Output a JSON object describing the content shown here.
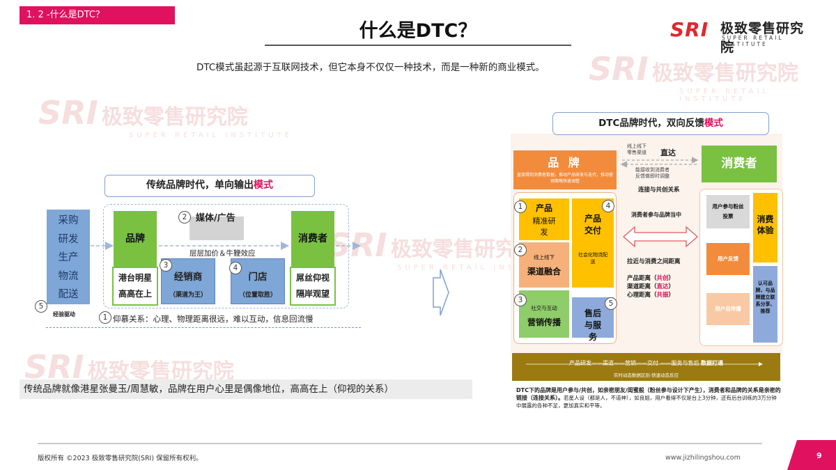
{
  "header": {
    "section_tag": "1. 2 -什么是DTC？",
    "title": "什么是DTC？",
    "logo_mark": "SRI",
    "logo_cn": "极致零售研究院",
    "logo_en": "SUPER RETAIL INSTITUTE",
    "intro": "DTC模式虽起源于互联网技术，但它本身不仅仅一种技术，而是一种新的商业模式。"
  },
  "watermark": {
    "mark": "SRI",
    "cn": "极致零售研究院",
    "en": "SUPER RETAIL INSTITUTE"
  },
  "left_diagram": {
    "banner_prefix": "传统品牌时代，单向输出",
    "banner_highlight": "模式",
    "supply_chain": [
      "采购",
      "研发",
      "生产",
      "物流",
      "配送"
    ],
    "drive_label": "经验驱动",
    "brand": {
      "label": "品牌",
      "sub": [
        "港台明星",
        "高高在上"
      ]
    },
    "media": {
      "num": "2",
      "label": "媒体/广告"
    },
    "layer_label": "层层加价＆牛鞭效应",
    "consumer": {
      "label": "消费者",
      "sub": [
        "屌丝仰视",
        "隔岸观望"
      ]
    },
    "dealer": {
      "num": "3",
      "label": "经销商",
      "sub": "（渠道为王）"
    },
    "store": {
      "num": "4",
      "label": "门店",
      "sub": "（位置取胜）"
    },
    "relation": {
      "num": "1",
      "text": "仰慕关系：心理、物理距离很远，难以互动，信息回流慢"
    },
    "drive_num": "5",
    "bottom_text": "传统品牌就像港星张曼玉/周慧敏，品牌在用户心里是偶像地位，高高在上（仰视的关系）"
  },
  "right_diagram": {
    "banner_prefix": "DTC品牌时代，双向反馈",
    "banner_highlight": "模式",
    "brand": {
      "label": "品 牌",
      "desc": "直接得到消费者数据，推动产品研发与迭代，推动营销策略快速调整"
    },
    "consumer": {
      "label": "消费者"
    },
    "top_arrow": {
      "small1": "线上线下",
      "small2": "零售渠道",
      "bold": "直达"
    },
    "feedback": {
      "small1": "能接收到消费者",
      "small2": "反馈做即时调整",
      "bold": "连接与共创关系"
    },
    "cells": {
      "c1": {
        "num": "1",
        "title": "产品",
        "sub": "精准研发"
      },
      "c2": {
        "num": "2",
        "small": "线上线下",
        "title": "渠道融合"
      },
      "c3": {
        "num": "3",
        "small": "社交与互动",
        "title": "营销传播"
      },
      "c4": {
        "num": "4",
        "title": "产品交付",
        "small": "社会化物流配送"
      },
      "c5": {
        "num": "5",
        "title": "售后与服务"
      }
    },
    "middle": {
      "participate": "消费者参与品牌当中",
      "distance_title": "拉近与消费之间距离",
      "product_distance": "产品距离（",
      "product_highlight": "共创",
      "channel_distance": "渠道距离（",
      "channel_highlight": "直达",
      "mind_distance": "心理距离（",
      "mind_highlight": "共振",
      "close": "）"
    },
    "right_cells": {
      "participate": "用户参与粉丝投票",
      "feedback": "用户反馈",
      "spread": "用户自传播",
      "experience": "消费体验",
      "recognize": "认可品牌，与品牌建立联系分享、推荐"
    },
    "timeline": {
      "row": "产品研发——渠道——营销——交付 ——服务与售后",
      "row_bold": "数据打通",
      "sub": "实时动态数据区别-快速动态反应"
    },
    "note_bold": "DTC下的品牌是用户参与/共创，如亲密朋友/闺蜜般（粉丝参与设计下产生），消费者和品牌的关系是亲密的链接（连接关系）。",
    "note_rest": "若星人设（都是人，不道神），如良姐，用户看得不仅是台上3分钟，还有后台训练的3万分钟中展露的各种不足，更加真实和平等。"
  },
  "footer": {
    "copyright": "版权所有 ©2023  极致零售研究院(SRI)  保留所有权利。",
    "website": "www.jizhilingshou.com",
    "page": "9"
  },
  "colors": {
    "accent": "#e0115f",
    "green": "#7ac142",
    "blue": "#7ea6d6",
    "orange": "#f28b3c",
    "gold": "#9c7a12"
  }
}
